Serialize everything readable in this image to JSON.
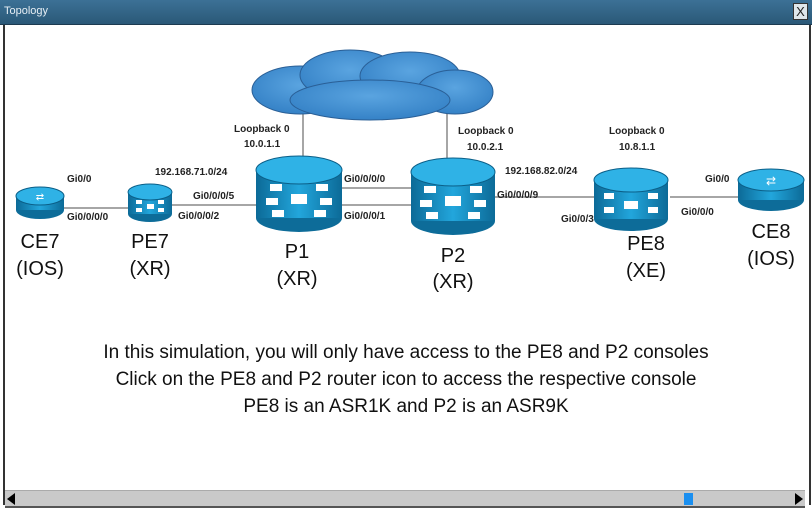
{
  "window": {
    "title": "Topology",
    "close_label": "X"
  },
  "devices": {
    "ce7": {
      "name": "CE7",
      "os": "(IOS)"
    },
    "pe7": {
      "name": "PE7",
      "os": "(XR)"
    },
    "p1": {
      "name": "P1",
      "os": "(XR)",
      "loopback": "Loopback 0",
      "ip": "10.0.1.1"
    },
    "p2": {
      "name": "P2",
      "os": "(XR)",
      "loopback": "Loopback 0",
      "ip": "10.0.2.1"
    },
    "pe8": {
      "name": "PE8",
      "os": "(XE)",
      "loopback": "Loopback 0",
      "ip": "10.8.1.1"
    },
    "ce8": {
      "name": "CE8",
      "os": "(IOS)"
    }
  },
  "interfaces": {
    "ce7_gi": "Gi0/0",
    "pe7_to_ce7": "Gi0/0/0/0",
    "subnet_71": "192.168.71.0/24",
    "p1_to_pe7": "Gi0/0/0/5",
    "pe7_to_p1": "Gi0/0/0/2",
    "p1_p2_a": "Gi0/0/0/0",
    "p1_p2_b": "Gi0/0/0/1",
    "subnet_82": "192.168.82.0/24",
    "p2_to_pe8": "Gi0/0/0/9",
    "pe8_to_p2": "Gi0/0/3",
    "ce8_gi": "Gi0/0",
    "pe8_to_ce8": "Gi0/0/0"
  },
  "notes": [
    "In this simulation, you will only have access to the PE8 and P2 consoles",
    "Click on the PE8 and P2 router icon to access the respective console",
    "PE8 is an ASR1K and P2 is an ASR9K"
  ],
  "colors": {
    "router": "#1a9bd0",
    "router_dark": "#0f6f9e",
    "cloud": "#3f8fd0",
    "titlebar": "#2f6586"
  }
}
